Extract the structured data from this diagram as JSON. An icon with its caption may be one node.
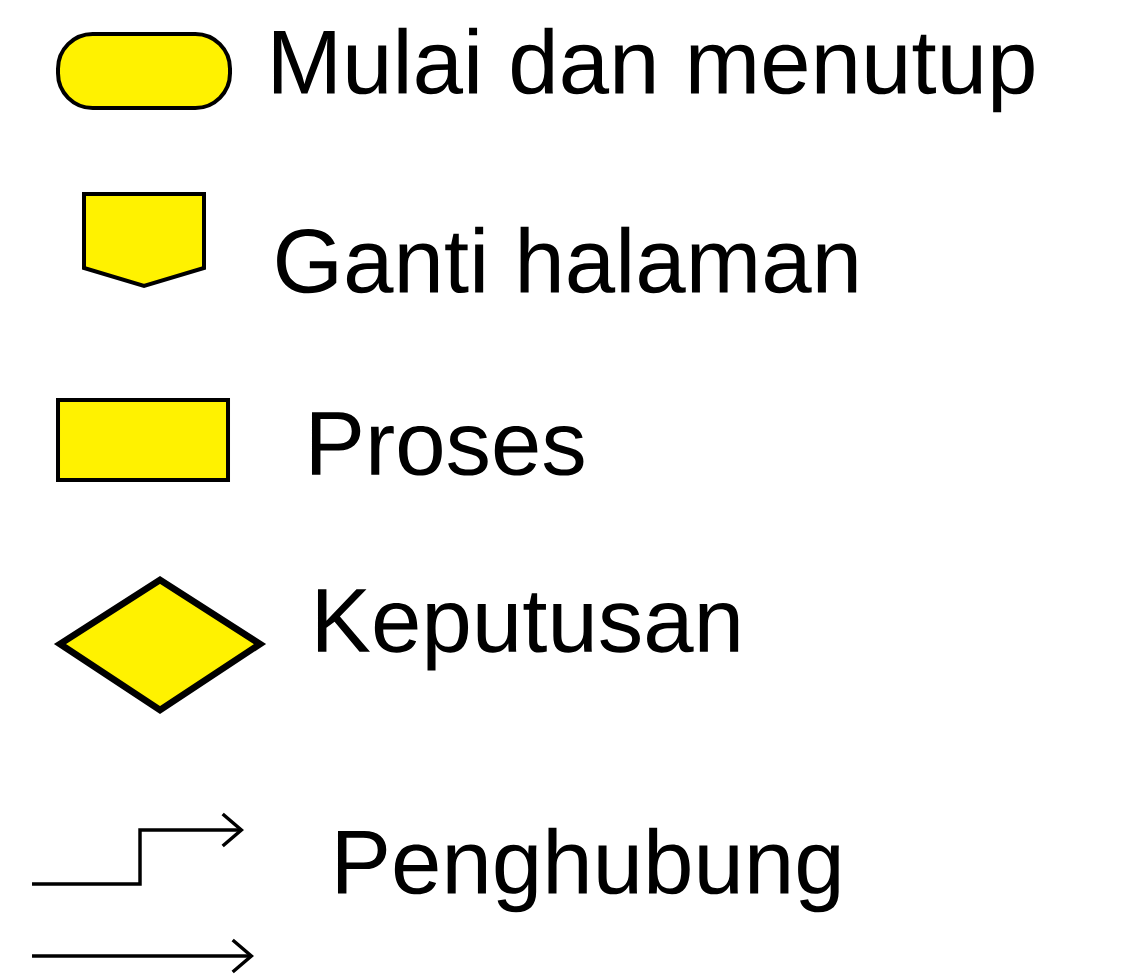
{
  "diagram": {
    "legend": [
      {
        "text": "Mulai dan menutup"
      },
      {
        "text": "Ganti halaman"
      },
      {
        "text": "Proses"
      },
      {
        "text": "Keputusan"
      },
      {
        "text": "Penghubung"
      }
    ]
  }
}
